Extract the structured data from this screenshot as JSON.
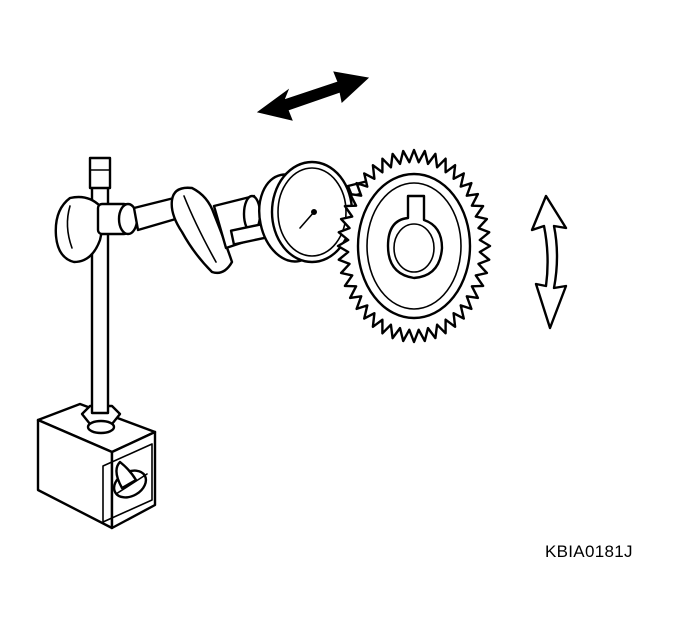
{
  "figure": {
    "code": "KBIA0181J",
    "parts": [
      "magnetic-base",
      "stand-rod",
      "clamp-knob",
      "swivel-knob",
      "dial-indicator",
      "sprocket",
      "axial-motion-arrow",
      "rotation-arrow"
    ]
  }
}
